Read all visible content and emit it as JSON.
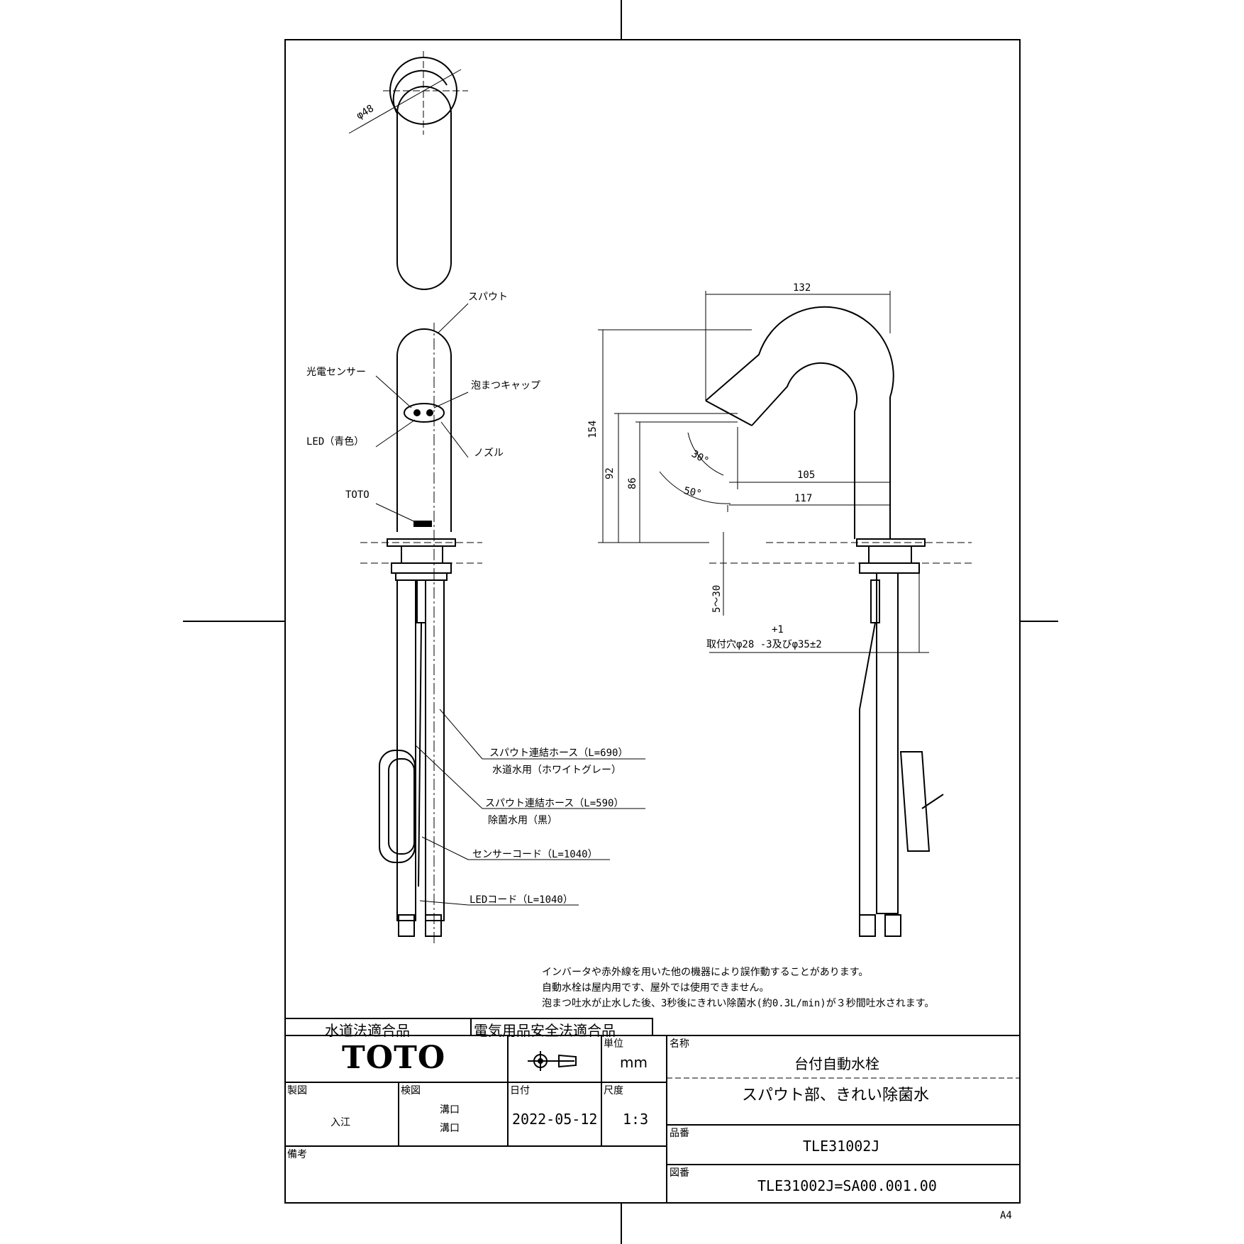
{
  "callouts": {
    "diameter_top": "φ48",
    "spout": "スパウト",
    "photo_sensor": "光電センサー",
    "foam_cap": "泡まつキャップ",
    "led_blue": "LED（青色）",
    "nozzle": "ノズル",
    "brand_mark": "TOTO",
    "hose_tap_1": "スパウト連結ホース（L=690）",
    "hose_tap_2": "水道水用（ホワイトグレー）",
    "hose_sani_1": "スパウト連結ホース（L=590）",
    "hose_sani_2": "除菌水用（黒）",
    "sensor_cord": "センサーコード（L=1040）",
    "led_cord": "LEDコード（L=1040）"
  },
  "dimensions": {
    "d132": "132",
    "d154": "154",
    "d92": "92",
    "d86": "86",
    "angle30": "30°",
    "angle50": "50°",
    "d105": "105",
    "d117": "117",
    "d5_30": "5～30",
    "tol_plus": "+1",
    "mount_hole": "取付穴φ28 -3及びφ35±2"
  },
  "notes": [
    "インバータや赤外線を用いた他の機器により誤作動することがあります。",
    "自動水栓は屋内用です、屋外では使用できません。",
    "泡まつ吐水が止水した後、3秒後にきれい除菌水(約0.3L/min)が３秒間吐水されます。"
  ],
  "compliance": {
    "water_law": "水道法適合品",
    "electrical": "電気用品安全法適合品"
  },
  "title_block": {
    "logo": "TOTO",
    "unit_label": "単位",
    "unit_value": "mm",
    "name_label": "名称",
    "name_value_1": "台付自動水栓",
    "name_value_2": "スパウト部、きれい除菌水",
    "drawn_label": "製図",
    "drawn_value": "入江",
    "checked_label": "検図",
    "checked_value_1": "溝口",
    "checked_value_2": "溝口",
    "date_label": "日付",
    "date_value": "2022-05-12",
    "scale_label": "尺度",
    "scale_value": "1:3",
    "part_no_label": "品番",
    "part_no_value": "TLE31002J",
    "remarks_label": "備考",
    "drawing_no_label": "図番",
    "drawing_no_value": "TLE31002J=SA00.001.00"
  },
  "sheet_size": "A4"
}
